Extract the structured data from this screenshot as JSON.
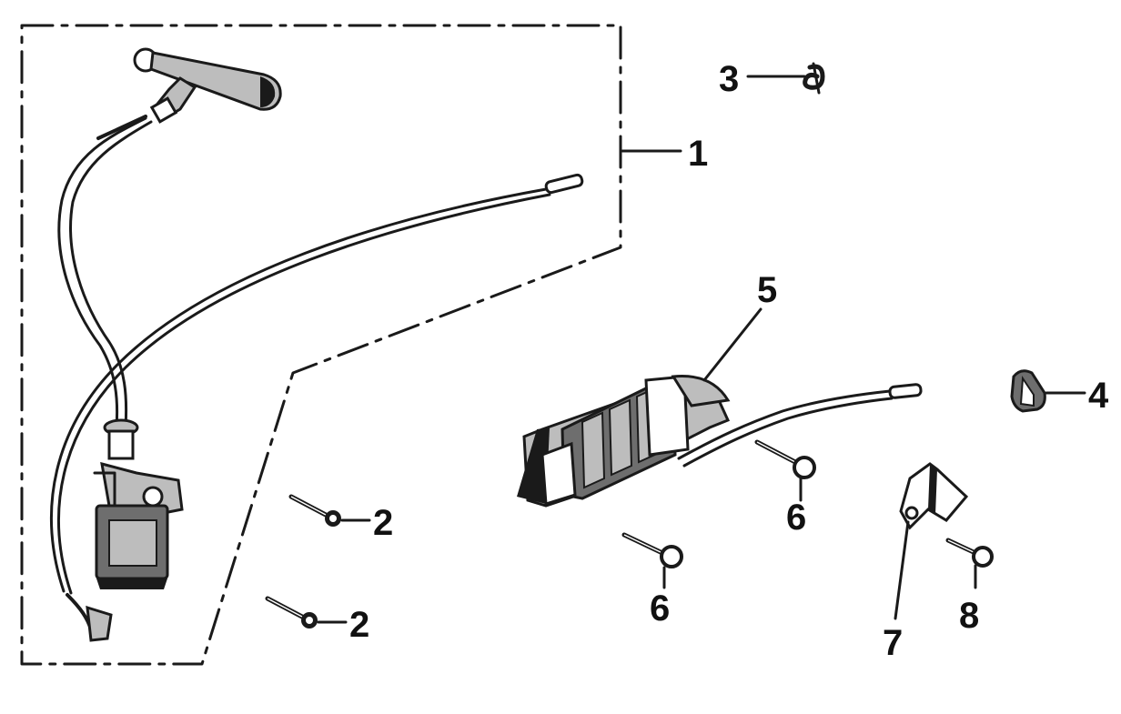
{
  "callouts": {
    "c1": "1",
    "c2a": "2",
    "c2b": "2",
    "c3": "3",
    "c4": "4",
    "c5": "5",
    "c6a": "6",
    "c6b": "6",
    "c7": "7",
    "c8": "8"
  },
  "colors": {
    "ink": "#1a1a1a",
    "background": "#ffffff"
  }
}
